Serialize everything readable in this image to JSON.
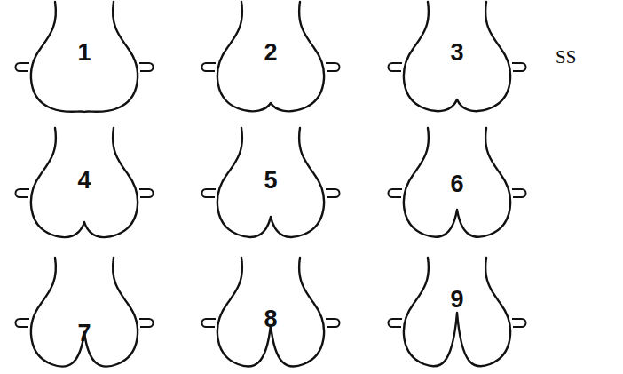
{
  "diagram": {
    "nodes": [
      {
        "text": [
          "1"
        ]
      },
      {
        "text": [
          "2"
        ]
      },
      {
        "text": [
          "3"
        ]
      },
      {
        "text": [
          "4"
        ]
      },
      {
        "text": [
          "5"
        ]
      },
      {
        "text": [
          "6"
        ]
      },
      {
        "text": [
          "7"
        ]
      },
      {
        "text": [
          "8"
        ]
      },
      {
        "text": [
          "9"
        ]
      }
    ],
    "labels": [
      "SS"
    ]
  }
}
